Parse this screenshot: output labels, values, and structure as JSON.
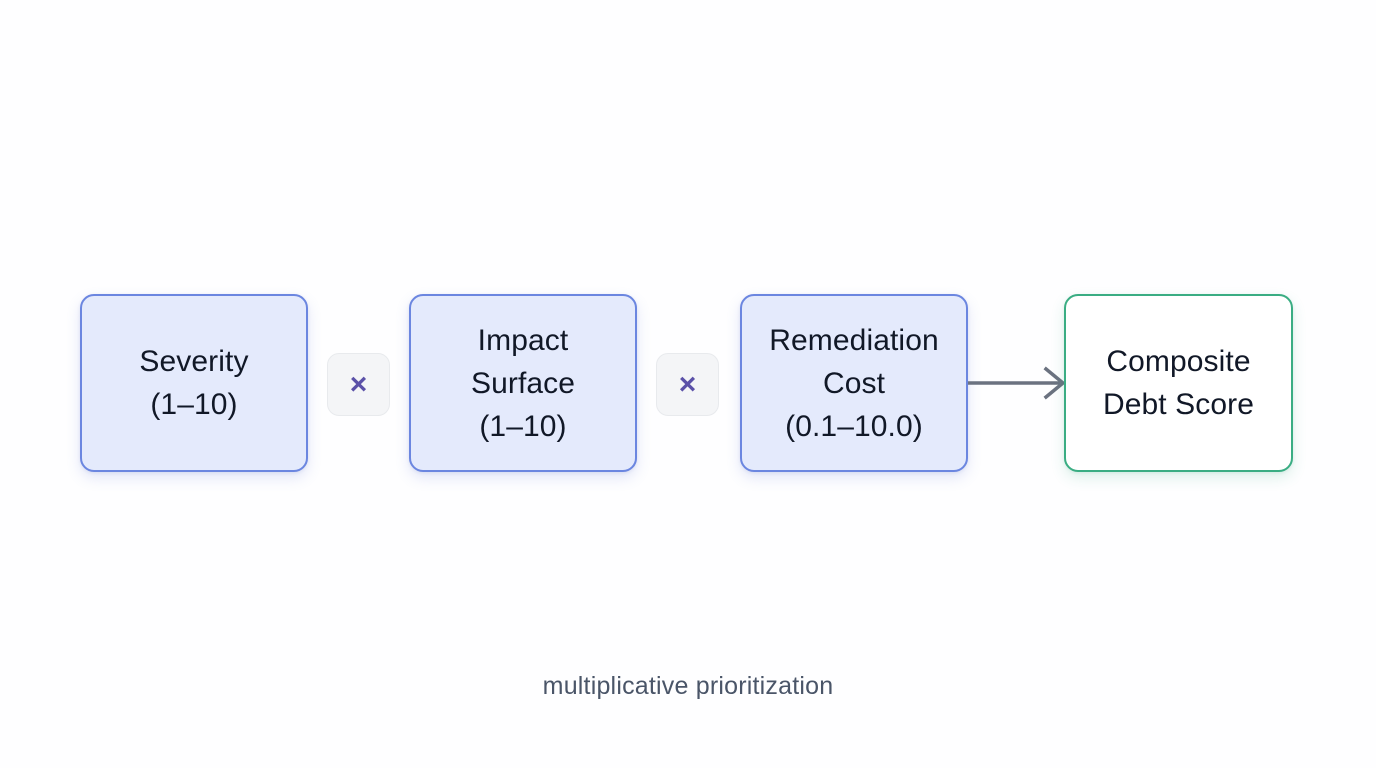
{
  "diagram": {
    "caption": "multiplicative prioritization",
    "colors": {
      "background": "#fefeff",
      "factor_fill": "#e4eafc",
      "factor_border": "#6b86e0",
      "result_fill": "#ffffff",
      "result_border": "#3aad83",
      "operator_fill": "#f4f5f7",
      "operator_glyph": "#5b51a8",
      "arrow": "#6b7280",
      "text": "#111827",
      "caption_text": "#4a5568"
    },
    "nodes": [
      {
        "id": "severity",
        "kind": "factor",
        "line1": "Severity",
        "line2": "(1–10)",
        "line3": ""
      },
      {
        "id": "impact",
        "kind": "factor",
        "line1": "Impact",
        "line2": "Surface",
        "line3": "(1–10)"
      },
      {
        "id": "remediation",
        "kind": "factor",
        "line1": "Remediation",
        "line2": "Cost",
        "line3": "(0.1–10.0)"
      },
      {
        "id": "composite",
        "kind": "result",
        "line1": "Composite",
        "line2": "Debt Score",
        "line3": ""
      }
    ],
    "operators": [
      {
        "id": "multiply-1",
        "symbol": "×"
      },
      {
        "id": "multiply-2",
        "symbol": "×"
      }
    ],
    "connector": {
      "id": "arrow-remediation-to-composite",
      "icon": "arrow-right-icon"
    }
  }
}
